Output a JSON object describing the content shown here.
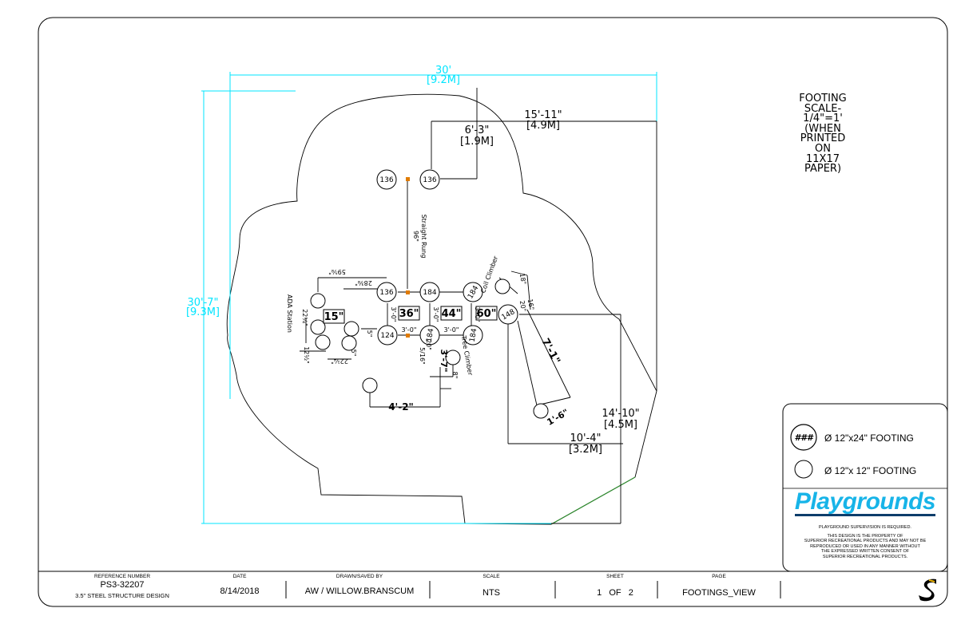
{
  "scale_note": [
    "FOOTING",
    "SCALE-",
    "1/4\"=1'",
    "(WHEN",
    "PRINTED",
    "ON",
    "11X17",
    "PAPER)"
  ],
  "dimensions": {
    "overall_width": "30'",
    "overall_width_m": "[9.2M]",
    "overall_depth": "30'-7\"",
    "overall_depth_m": "[9.3M]",
    "right_offset": "15'-11\"",
    "right_offset_m": "[4.9M]",
    "top_offset": "6'-3\"",
    "top_offset_m": "[1.9M]",
    "slide_right": "14'-10\"",
    "slide_right_m": "[4.5M]",
    "slide_bottom": "10'-4\"",
    "slide_bottom_m": "[3.2M]",
    "slide_length": "7'-1\"",
    "slide_end": "1'-6\"",
    "tree_offset": "4'-2\"",
    "tree_climber_dim": "3'-7\"",
    "spacing_a": "3'-0\"",
    "spacing_b": "3'-0\"",
    "spacing_c": "3'-0\"",
    "spacing_d": "3'-0\"",
    "spacing_e": "3'-0\"",
    "ada_a": "59⅝\"",
    "ada_b": "28⅜\"",
    "ada_c": "22¼\"",
    "ada_d": "12½\"",
    "ada_e": "22¼\"",
    "ada_f": "5\"",
    "ada_g": "5\"",
    "coil_a": "18\"",
    "coil_b": "16\"",
    "coil_c": "20\"",
    "tree_a": "5/16\"",
    "tree_b": "20\"",
    "tree_c": "8\""
  },
  "footings": [
    "136",
    "136",
    "136",
    "184",
    "184",
    "124",
    "184",
    "184",
    "148"
  ],
  "deck_heights": [
    "15\"",
    "36\"",
    "44\"",
    "60\""
  ],
  "components": {
    "straight_rung": "Straight Rung",
    "rung_height": "96\"",
    "ada_station": "ADA Station",
    "coil_climber": "Coil Climber",
    "tree_climber": "Tree Climber"
  },
  "legend": {
    "symbol": "###",
    "large_label": "Ø 12\"x24\" FOOTING",
    "small_label": "Ø 12\"x 12\" FOOTING"
  },
  "brand": {
    "name": "Playgrounds",
    "supervision": "PLAYGROUND SUPERVISION IS REQUIRED.",
    "notice": [
      "THIS DESIGN IS THE PROPERTY OF",
      "SUPERIOR RECREATIONAL PRODUCTS AND MAY NOT BE",
      "REPRODUCED OR USED IN ANY MANNER WITHOUT",
      "THE EXPRESSED WRITTEN CONSENT OF",
      "SUPERIOR RECREATIONAL PRODUCTS."
    ]
  },
  "title_block": {
    "ref_label": "REFERENCE NUMBER",
    "ref_value": "PS3-32207",
    "ref_desc": "3.5\" STEEL STRUCTURE DESIGN",
    "date_label": "DATE",
    "date_value": "8/14/2018",
    "drawn_label": "DRAWN/SAVED BY",
    "drawn_value": "AW / WILLOW.BRANSCUM",
    "scale_label": "SCALE",
    "scale_value": "NTS",
    "sheet_label": "SHEET",
    "sheet_value": "1   OF   2",
    "page_label": "PAGE",
    "page_value": "FOOTINGS_VIEW"
  },
  "colors": {
    "dimension_cyan": "#00e5ff",
    "line_black": "#000000",
    "edge_green": "#2e8b2e",
    "marker_orange": "#e07b00",
    "brand_blue": "#17b4e8"
  }
}
